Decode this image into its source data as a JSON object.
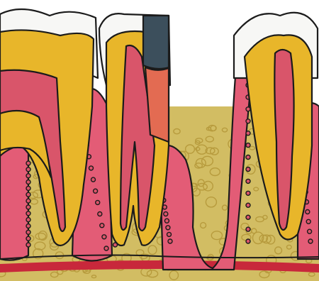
{
  "diagram": {
    "subject": "tooth-cross-section",
    "colors": {
      "enamel": "#f7f7f5",
      "dentin": "#e8b62a",
      "pulp": "#d9556a",
      "gum": "#e35c76",
      "bone": "#d2bd63",
      "bone_trabecula": "#b79b3d",
      "nerve_line": "#1a1a1a",
      "filling": "#3c4f5c",
      "decay_fill": "#e36b52",
      "vessel": "#c8283b",
      "outline": "#1b1b1b"
    },
    "teeth": [
      {
        "name": "left-molar"
      },
      {
        "name": "middle-tooth-with-filling"
      },
      {
        "name": "right-tooth"
      }
    ]
  }
}
